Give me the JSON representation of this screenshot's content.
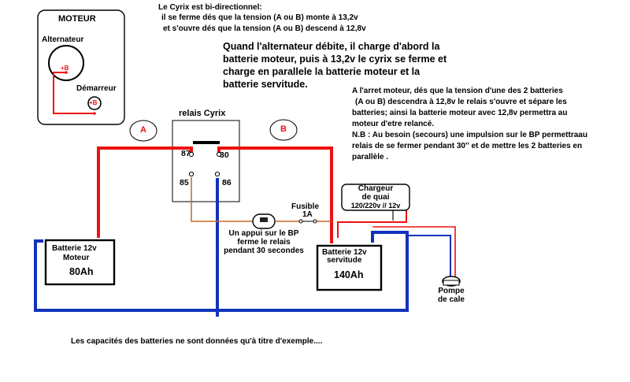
{
  "notes": {
    "bidirectional": {
      "line1": "Le Cyrix est bi-directionnel:",
      "line2": "il se ferme dés que la tension (A ou B)  monte à 13,2v",
      "line3": "et  s'ouvre  dés que la tension  (A ou B) descend à 12,8v"
    },
    "charging": [
      "Quand l'alternateur débite, il charge d'abord la",
      "batterie moteur, puis à 13,2v le cyrix se ferme et",
      "charge en parallele  la batterie moteur et la",
      "batterie servitude."
    ],
    "stopped": [
      "A l'arret moteur, dés que la tension d'une des 2 batteries",
      "(A ou B) descendra à 12,8v le relais s'ouvre et sépare les",
      "batteries; ainsi la  batterie moteur avec 12,8v permettra au",
      "moteur d'etre relancé.",
      "N.B : Au besoin (secours) une impulsion sur le BP permettraau",
      "relais de se fermer pendant 30'' et de mettre les 2 batteries en",
      "parallèle ."
    ],
    "push_button": [
      "Un appui sur le BP",
      "ferme le relais",
      "pendant 30 secondes"
    ],
    "footer": "Les capacités des batteries ne sont données qu'à titre d'exemple...."
  },
  "motor": {
    "title": "MOTEUR",
    "alternator": "Alternateur",
    "starter": "Démarreur",
    "plus_terminal": "+B"
  },
  "markers": {
    "a": "A",
    "b": "B"
  },
  "relay": {
    "title": "relais Cyrix",
    "terminals": [
      "87",
      "30",
      "85",
      "86"
    ]
  },
  "fuse": {
    "label": "Fusible",
    "rating": "1A"
  },
  "engine_battery": {
    "line1": "Batterie  12v",
    "line2": "Moteur",
    "capacity": "80Ah"
  },
  "service_battery": {
    "line1": "Batterie 12v",
    "line2": "servitude",
    "capacity": "140Ah"
  },
  "charger": {
    "line1": "Chargeur",
    "line2": "de quai",
    "line3": "120/220v  // 12v"
  },
  "pump": {
    "line1": "Pompe",
    "line2": "de cale"
  },
  "colors": {
    "positive": "#ee1111",
    "negative": "#1133bb",
    "control": "#cc6622",
    "charger_neg": "#334455",
    "outline": "#000000"
  }
}
